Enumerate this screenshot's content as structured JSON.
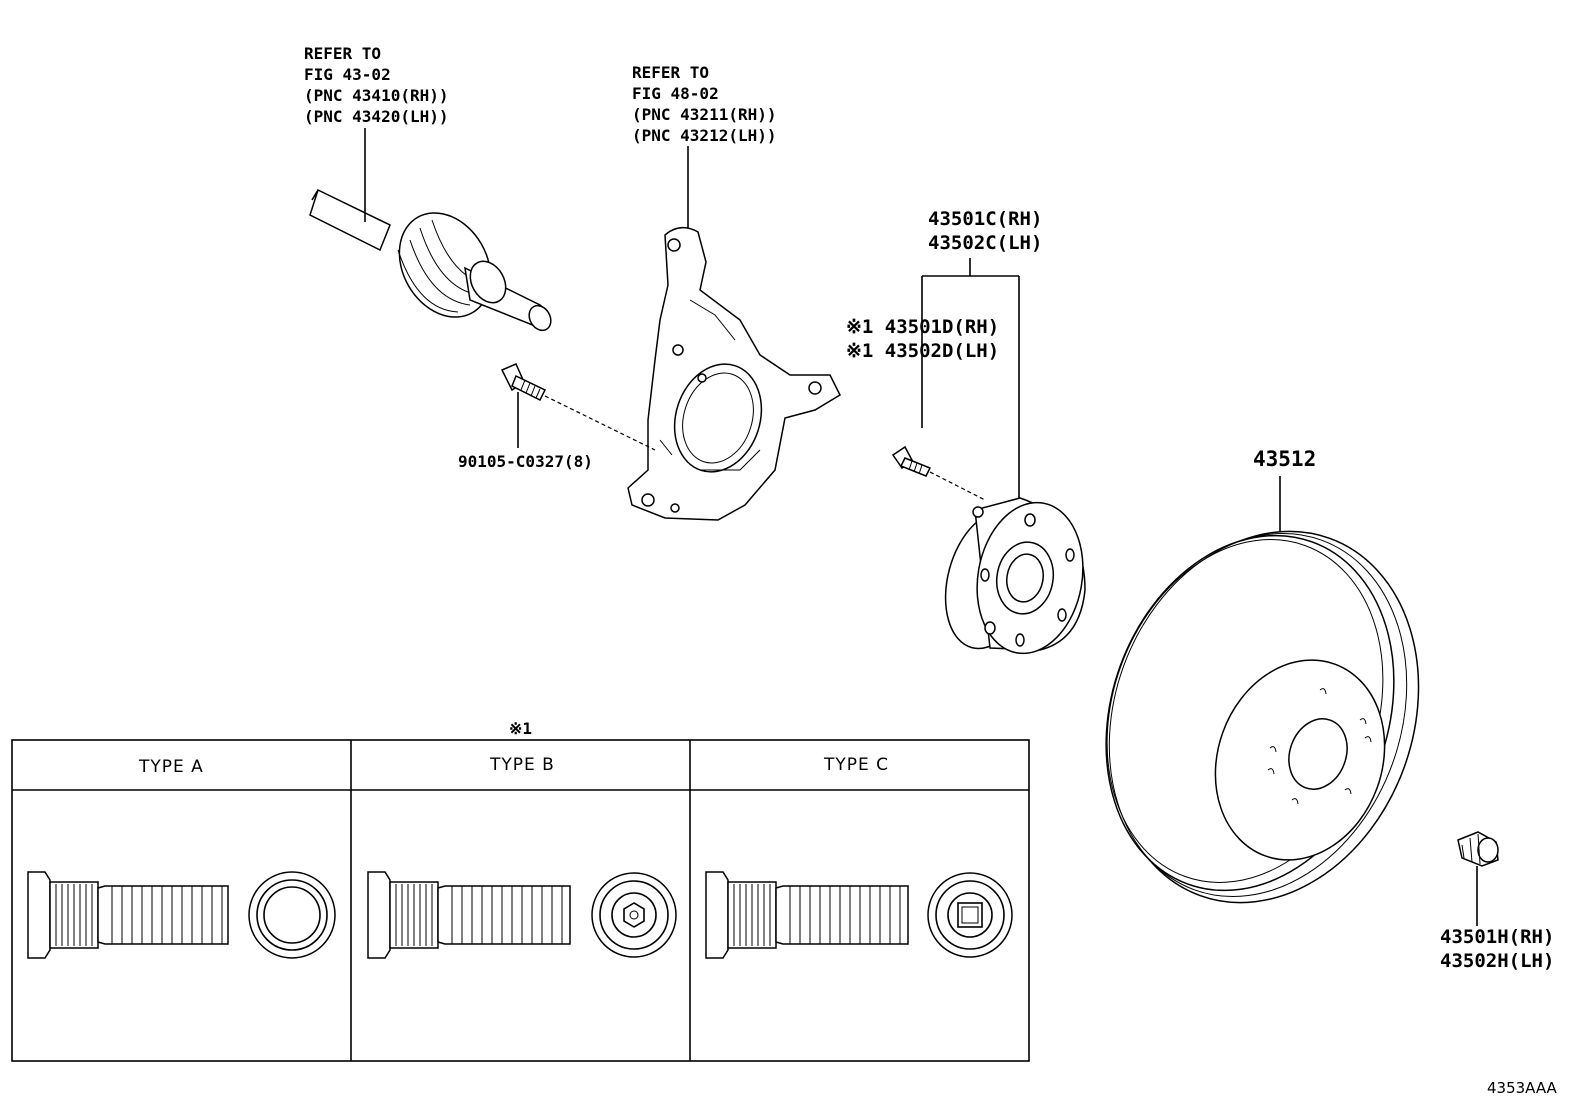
{
  "callouts": {
    "driveshaft": [
      "REFER TO",
      "FIG 43-02",
      "(PNC 43410(RH))",
      "(PNC 43420(LH))"
    ],
    "knuckle": [
      "REFER TO",
      "FIG 48-02",
      "(PNC 43211(RH))",
      "(PNC 43212(LH))"
    ],
    "hub_assembly": [
      "43501C(RH)",
      "43502C(LH)"
    ],
    "hub_bolt": [
      "※1 43501D(RH)",
      "※1 43502D(LH)"
    ],
    "knuckle_bolt": "90105-C0327(8)",
    "rotor": "43512",
    "nut": [
      "43501H(RH)",
      "43502H(LH)"
    ]
  },
  "types_table": {
    "note_mark": "※1",
    "headers": [
      "TYPE A",
      "TYPE B",
      "TYPE C"
    ]
  },
  "diagram_code": "4353AAA"
}
